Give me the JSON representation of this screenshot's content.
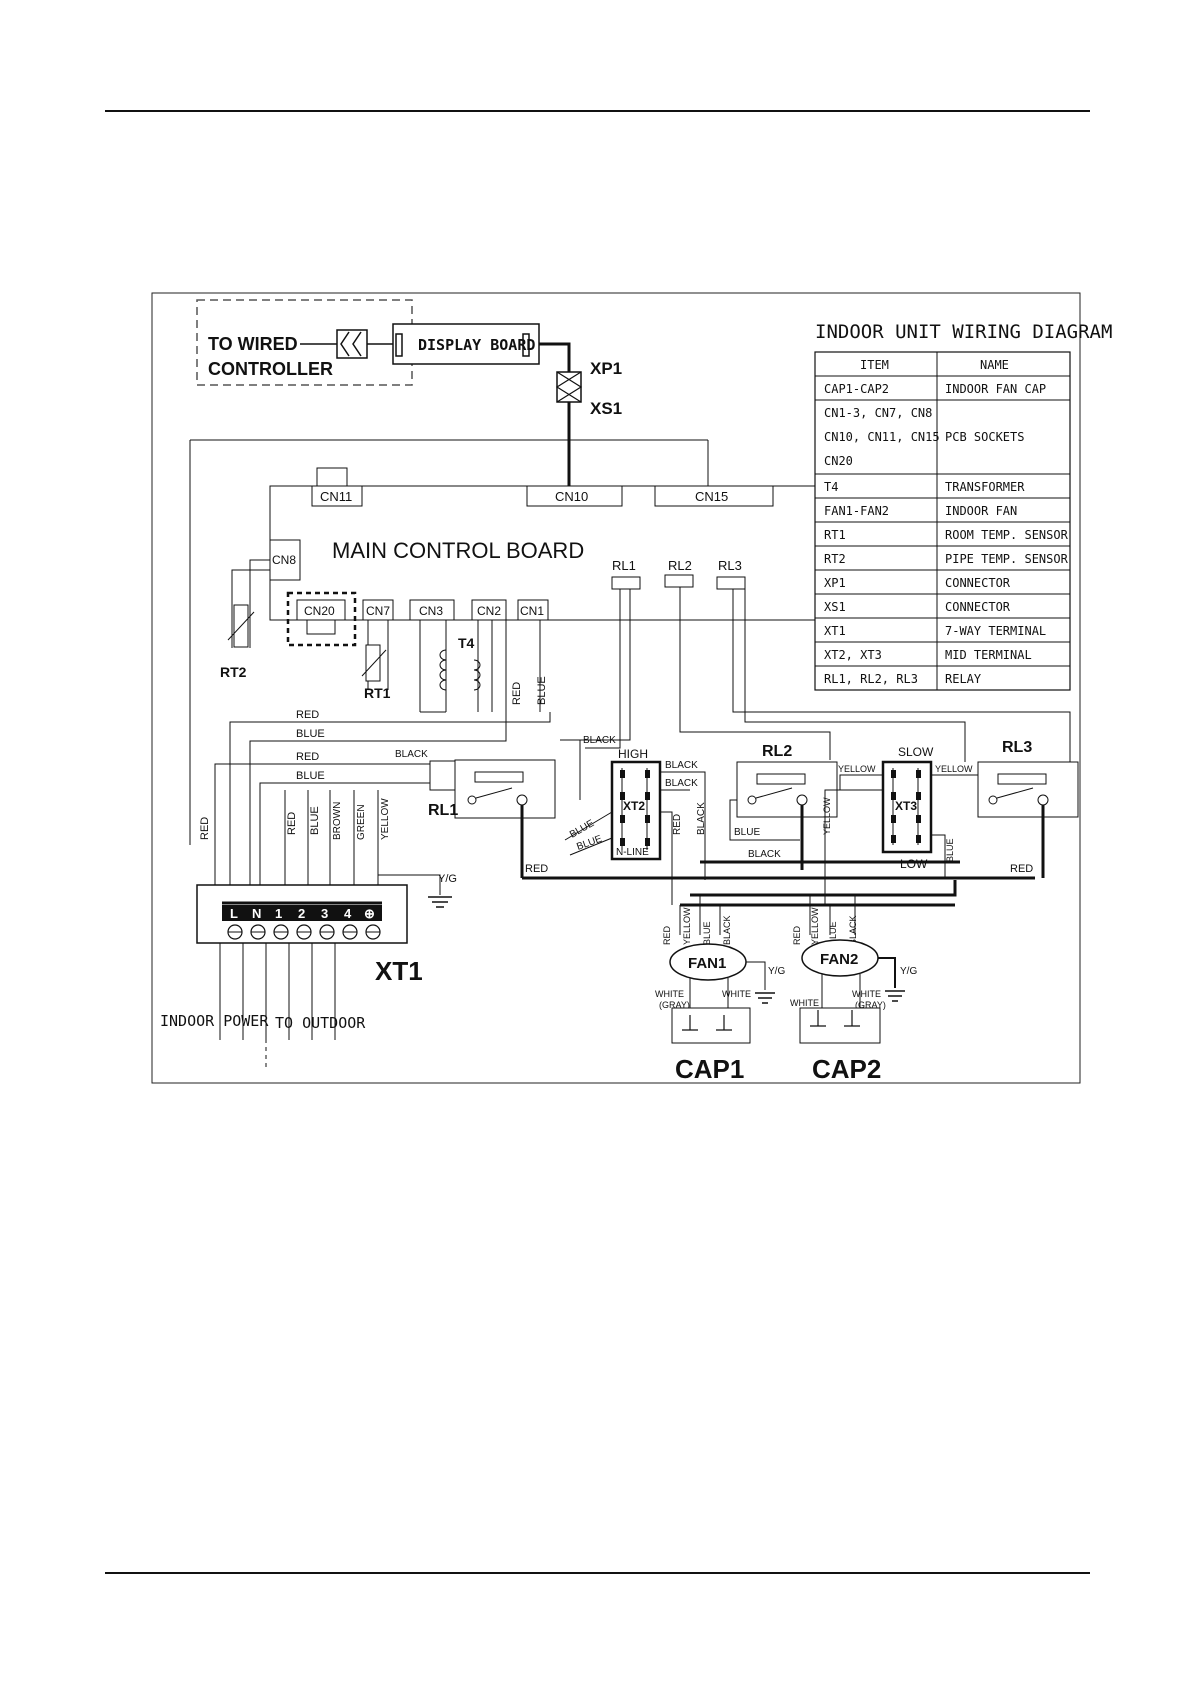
{
  "diagram": {
    "title": "INDOOR UNIT WIRING DIAGRAM",
    "wired_controller": [
      "TO WIRED",
      "CONTROLLER"
    ],
    "display_board": "DISPLAY BOARD",
    "xp1": "XP1",
    "xs1": "XS1",
    "main_board": "MAIN CONTROL BOARD",
    "connectors": {
      "cn11": "CN11",
      "cn10": "CN10",
      "cn15": "CN15",
      "cn8": "CN8",
      "cn20": "CN20",
      "cn7": "CN7",
      "cn3": "CN3",
      "cn2": "CN2",
      "cn1": "CN1"
    },
    "relays": {
      "rl1": "RL1",
      "rl2": "RL2",
      "rl3": "RL3"
    },
    "t4": "T4",
    "rt1": "RT1",
    "rt2": "RT2",
    "xt1": "XT1",
    "xt2": "XT2",
    "xt3": "XT3",
    "high": "HIGH",
    "n_line": "N-LINE",
    "slow": "SLOW",
    "low": "LOW",
    "fan1": "FAN1",
    "fan2": "FAN2",
    "cap1": "CAP1",
    "cap2": "CAP2",
    "indoor_power": "INDOOR POWER",
    "to_outdoor": "TO OUTDOOR",
    "yg": "Y/G",
    "white": "WHITE",
    "white_gray": [
      "WHITE",
      "(GRAY)"
    ],
    "terminals": [
      "L",
      "N",
      "1",
      "2",
      "3",
      "4",
      "⊕"
    ],
    "wire_colors": {
      "red": "RED",
      "blue": "BLUE",
      "black": "BLACK",
      "brown": "BROWN",
      "green": "GREEN",
      "yellow": "YELLOW"
    }
  },
  "legend": {
    "headers": {
      "item": "ITEM",
      "name": "NAME"
    },
    "rows": [
      {
        "item": [
          "CAP1-CAP2"
        ],
        "name": "INDOOR FAN CAP"
      },
      {
        "item": [
          "CN1-3, CN7, CN8",
          "CN10, CN11, CN15",
          "CN20"
        ],
        "name": "PCB SOCKETS"
      },
      {
        "item": [
          "T4"
        ],
        "name": "TRANSFORMER"
      },
      {
        "item": [
          "FAN1-FAN2"
        ],
        "name": "INDOOR FAN"
      },
      {
        "item": [
          "RT1"
        ],
        "name": "ROOM TEMP. SENSOR"
      },
      {
        "item": [
          "RT2"
        ],
        "name": "PIPE TEMP. SENSOR"
      },
      {
        "item": [
          "XP1"
        ],
        "name": "CONNECTOR"
      },
      {
        "item": [
          "XS1"
        ],
        "name": "CONNECTOR"
      },
      {
        "item": [
          "XT1"
        ],
        "name": "7-WAY TERMINAL"
      },
      {
        "item": [
          "XT2, XT3"
        ],
        "name": "MID TERMINAL"
      },
      {
        "item": [
          "RL1, RL2, RL3"
        ],
        "name": "RELAY"
      }
    ]
  }
}
